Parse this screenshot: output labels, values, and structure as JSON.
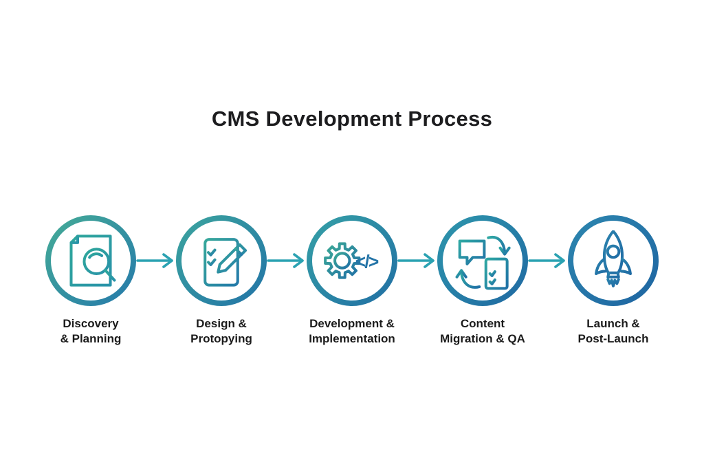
{
  "title": "CMS Development Process",
  "steps": [
    {
      "label_line1": "Discovery",
      "label_line2": "& Planning",
      "icon": "document-search-icon"
    },
    {
      "label_line1": "Design &",
      "label_line2": "Protopying",
      "icon": "notepad-pencil-icon"
    },
    {
      "label_line1": "Development &",
      "label_line2": "Implementation",
      "icon": "gear-code-icon",
      "code_glyph": "</>"
    },
    {
      "label_line1": "Content",
      "label_line2": "Migration & QA",
      "icon": "content-migration-icon"
    },
    {
      "label_line1": "Launch &",
      "label_line2": "Post-Launch",
      "icon": "rocket-icon"
    }
  ],
  "colors": {
    "background": "#ffffff",
    "title_text": "#1d1d1f",
    "label_text": "#1b1b1b",
    "teal": "#3aa89a",
    "blue": "#2173a7",
    "arrow": "#2ba2b2"
  }
}
